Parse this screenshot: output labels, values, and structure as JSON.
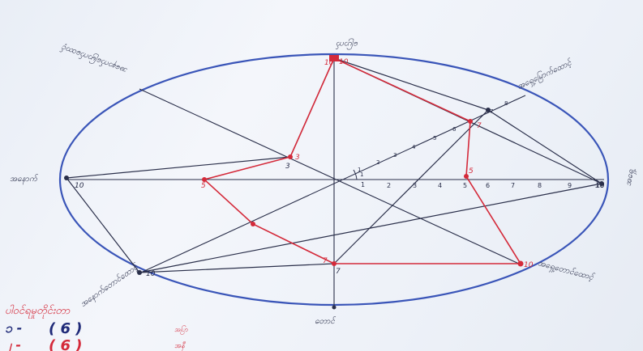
{
  "diagram": {
    "direction_labels": {
      "north": "ပြောက်",
      "north_east": "အရှေ့မြောက်ထောင့်",
      "east": "အရှေ့",
      "south_east": "အရှေ့တောင်ထောင့်",
      "south": "တောင်",
      "south_west": "အနောက်တောင်ထောင့်",
      "west": "အနောက်",
      "north_west": "အနောက်မြောက်ထောင့်"
    },
    "scale_ticks": [
      "1",
      "2",
      "3",
      "4",
      "5",
      "6",
      "7",
      "8",
      "9",
      "10"
    ],
    "diagonal_ticks": [
      "1",
      "2",
      "3",
      "4",
      "5",
      "6",
      "7",
      "8"
    ],
    "point_labels": {
      "north_a": "10",
      "north_b": "10",
      "ne_point": "7",
      "east_point": "10",
      "east_inner": "5",
      "se_point": "10",
      "south_point": "7",
      "south_point_red": "7",
      "sw_point": "10",
      "west_point": "10",
      "west_inner": "5",
      "nw_inner": "3",
      "nw_inner_red": "3"
    },
    "angle_mark": "1"
  },
  "legend": {
    "title": "ပါဝင်ရမှုတိုင်းတာ",
    "row1_prefix": "၁ -",
    "row1_value": "( 6 )",
    "row1_note": "အပြာ",
    "row2_prefix": "၂ -",
    "row2_value": "( 6 )",
    "row2_note": "အနီ"
  },
  "colors": {
    "blue": "#3a55b8",
    "red": "#d42a3a",
    "dark": "#2a2f4a"
  }
}
